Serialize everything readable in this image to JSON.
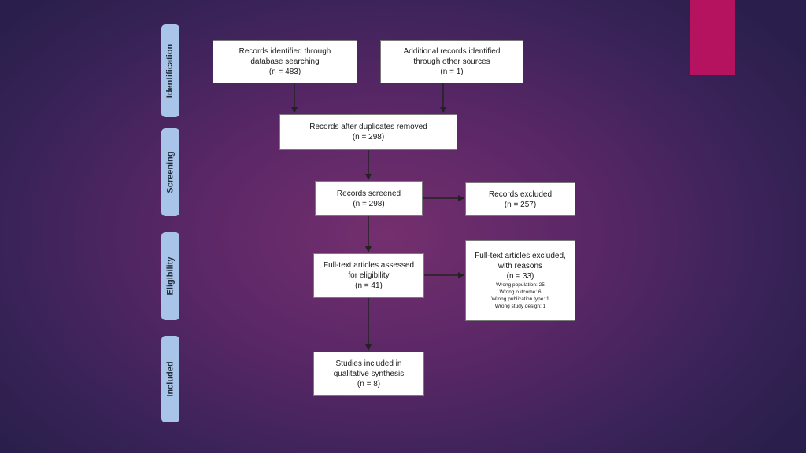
{
  "stages": {
    "identification": "Identification",
    "screening": "Screening",
    "eligibility": "Eligibility",
    "included": "Included"
  },
  "boxes": {
    "db_search": {
      "line1": "Records identified through",
      "line2": "database searching",
      "count": "(n = 483)"
    },
    "other_sources": {
      "line1": "Additional records identified",
      "line2": "through other sources",
      "count": "(n = 1)"
    },
    "duplicates_removed": {
      "line1": "Records after duplicates removed",
      "count": "(n = 298)"
    },
    "screened": {
      "line1": "Records screened",
      "count": "(n = 298)"
    },
    "excluded": {
      "line1": "Records excluded",
      "count": "(n = 257)"
    },
    "fulltext_assessed": {
      "line1": "Full-text articles assessed",
      "line2": "for eligibility",
      "count": "(n = 41)"
    },
    "fulltext_excluded": {
      "line1": "Full-text articles excluded,",
      "line2": "with reasons",
      "count": "(n = 33)",
      "reasons": [
        "Wrong population: 25",
        "Wrong outcome: 6",
        "Wrong publication type: 1",
        "Wrong study design: 1"
      ]
    },
    "included": {
      "line1": "Studies included in",
      "line2": "qualitative synthesis",
      "count": "(n = 8)"
    }
  },
  "colors": {
    "stage_bar": "#a9c4e9",
    "accent": "#b5135f",
    "arrow": "#222222"
  }
}
